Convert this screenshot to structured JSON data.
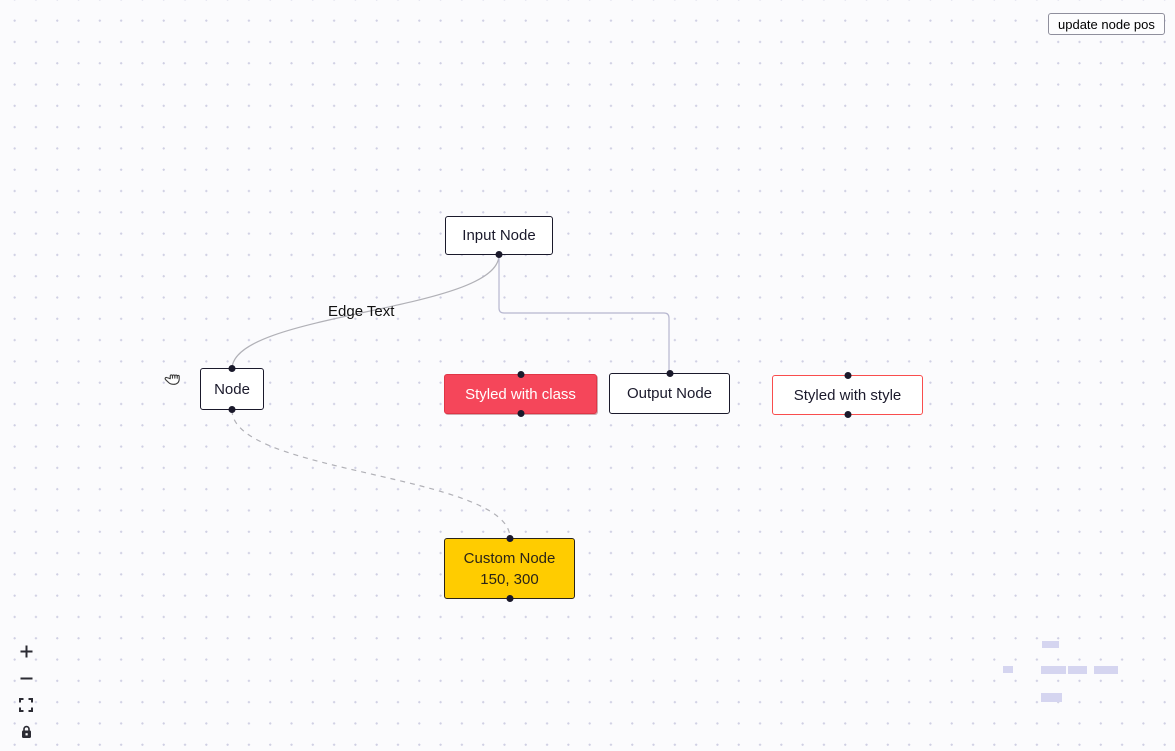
{
  "toolbar": {
    "update_button_label": "update node pos"
  },
  "nodes": {
    "input": {
      "label": "Input Node"
    },
    "plain": {
      "label": "Node"
    },
    "class": {
      "label": "Styled with class",
      "background": "#f5465a",
      "text_color": "#ffffff"
    },
    "output": {
      "label": "Output Node"
    },
    "style": {
      "label": "Styled with style",
      "border_color": "#f94d4d"
    },
    "custom": {
      "label": "Custom Node",
      "sublabel": "150, 300",
      "background": "#ffcc00"
    }
  },
  "edges": {
    "input_to_plain": {
      "label": "Edge Text",
      "type": "bezier"
    },
    "input_to_output": {
      "type": "step"
    },
    "plain_to_custom": {
      "type": "bezier-dashed"
    }
  },
  "controls": {
    "zoom_in_label": "zoom in",
    "zoom_out_label": "zoom out",
    "fit_view_label": "fit view",
    "lock_label": "toggle interactivity"
  },
  "minimap": {
    "node_color": "#d5d5f0",
    "nodes": [
      "input",
      "plain",
      "class",
      "output",
      "style",
      "custom"
    ]
  },
  "colors": {
    "node_border": "#1a192b",
    "edge_stroke": "#b1b1b7",
    "canvas_dot": "#cfcfe3",
    "canvas_background": "#fbfbfd"
  }
}
